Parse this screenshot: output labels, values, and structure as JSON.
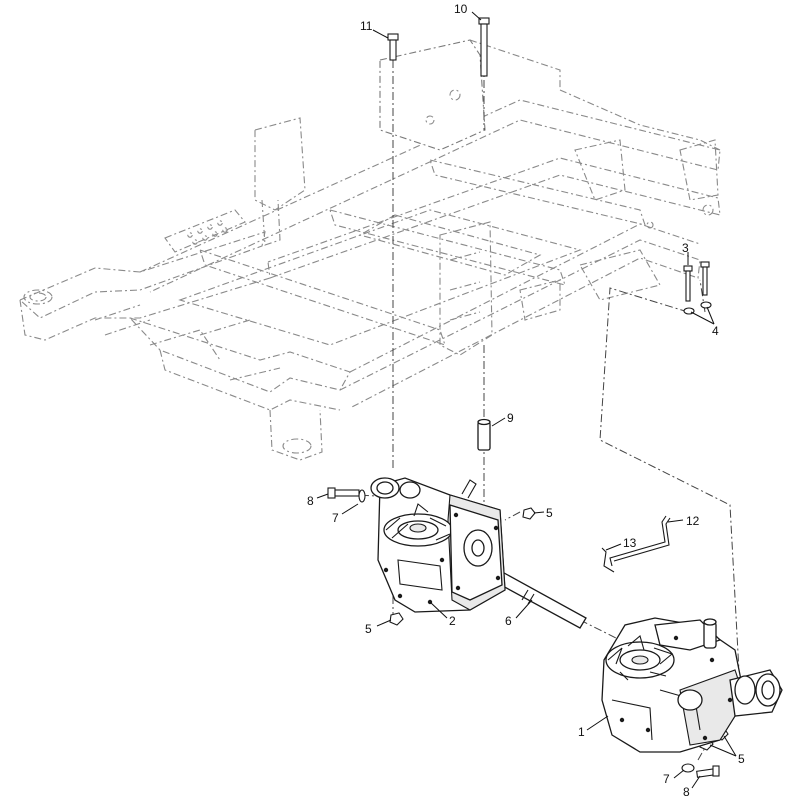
{
  "callouts": {
    "c1": "1",
    "c2": "2",
    "c3": "3",
    "c4": "4",
    "c5a": "5",
    "c5b": "5",
    "c5c": "5",
    "c6": "6",
    "c7a": "7",
    "c7b": "7",
    "c8a": "8",
    "c8b": "8",
    "c9": "9",
    "c10": "10",
    "c11": "11",
    "c12": "12",
    "c13": "13"
  }
}
